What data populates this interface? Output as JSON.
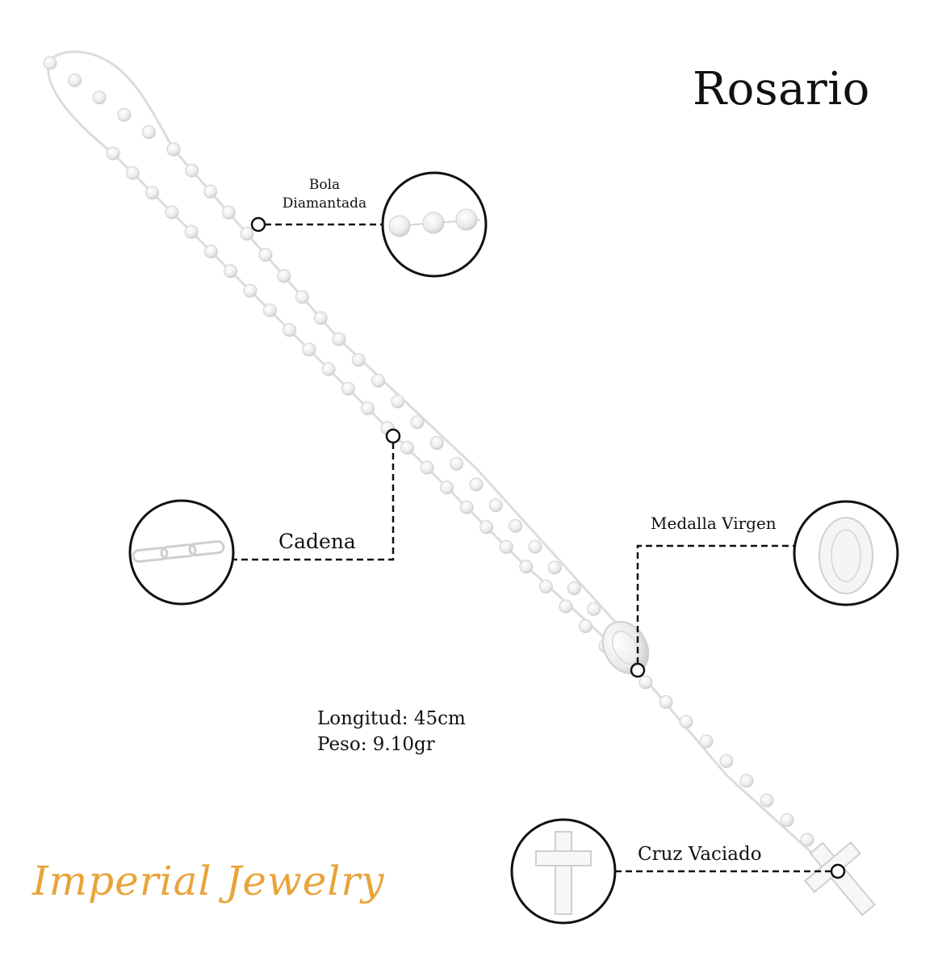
{
  "title": "Rosario",
  "callouts": {
    "bola": {
      "line1": "Bola",
      "line2": "Diamantada"
    },
    "cadena": "Cadena",
    "medalla": "Medalla Virgen",
    "cruz": "Cruz Vaciado"
  },
  "specs": {
    "length": "Longitud: 45cm",
    "weight": "Peso: 9.10gr"
  },
  "brand": "Imperial Jewelry",
  "colors": {
    "brand": "#e8a43a",
    "text": "#111111",
    "silver": "#d9d9d9"
  }
}
